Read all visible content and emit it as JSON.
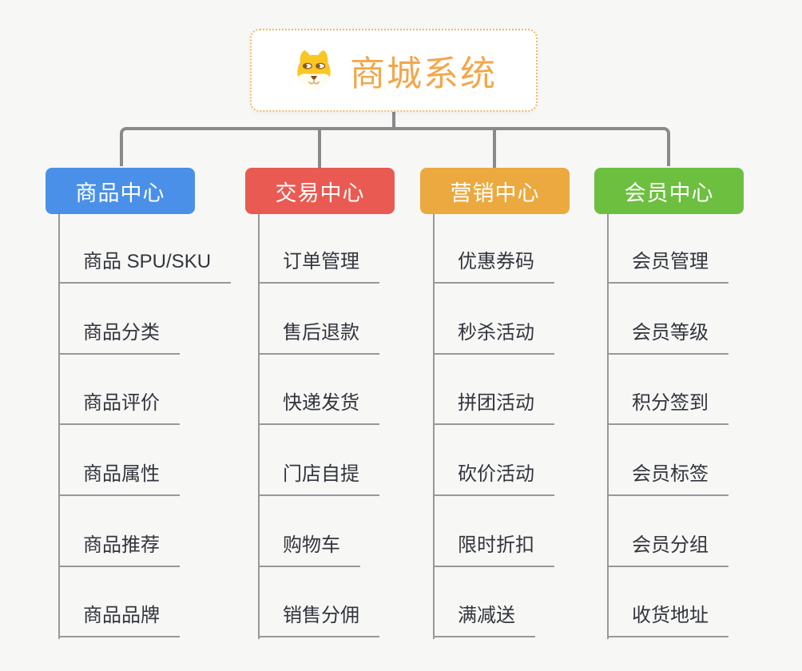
{
  "root": {
    "title": "商城系统",
    "icon": "dog-face-icon",
    "title_color": "#f2a74b",
    "border_color": "#f0b863"
  },
  "colors": {
    "background": "#f7f7f6",
    "connector": "#8a8a8a",
    "leaf_line": "#989898",
    "leaf_text": "#32353c"
  },
  "columns": [
    {
      "label": "商品中心",
      "color": "#4a90e8",
      "items": [
        "商品 SPU/SKU",
        "商品分类",
        "商品评价",
        "商品属性",
        "商品推荐",
        "商品品牌"
      ]
    },
    {
      "label": "交易中心",
      "color": "#e95b52",
      "items": [
        "订单管理",
        "售后退款",
        "快递发货",
        "门店自提",
        "购物车",
        "销售分佣"
      ]
    },
    {
      "label": "营销中心",
      "color": "#eca93f",
      "items": [
        "优惠券码",
        "秒杀活动",
        "拼团活动",
        "砍价活动",
        "限时折扣",
        "满减送"
      ]
    },
    {
      "label": "会员中心",
      "color": "#6dbf40",
      "items": [
        "会员管理",
        "会员等级",
        "积分签到",
        "会员标签",
        "会员分组",
        "收货地址"
      ]
    }
  ]
}
